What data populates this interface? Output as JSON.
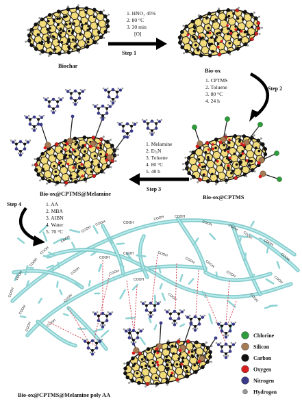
{
  "sheets": {
    "biochar": "Biochar",
    "bio_ox": "Bio-ox",
    "bio_ox_cptms": "Bio-ox@CPTMS",
    "bio_ox_cptms_melamine": "Bio-ox@CPTMS@Melamine",
    "final": "Bio-ox@CPTMS@Melamine poly AA"
  },
  "step1": {
    "label": "Step 1",
    "conditions": [
      "1. HNO₃ 45%",
      "2. 80 °C",
      "3. 30 min",
      "[O]"
    ]
  },
  "step2": {
    "label": "Step 2",
    "conditions": [
      "1. CPTMS",
      "2. Toluene",
      "3. 80 °C",
      "4. 24 h"
    ]
  },
  "step3": {
    "label": "Step 3",
    "conditions": [
      "1. Melamine",
      "2. Et₃N",
      "3. Toluene",
      "4. 80 °C",
      "5. 48 h"
    ]
  },
  "step4": {
    "label": "Step 4",
    "conditions": [
      "1. AA",
      "2. MBA",
      "3. AIBN",
      "4. Water",
      "5. 70 °C"
    ]
  },
  "polymer_group": "COOH",
  "legend": [
    {
      "name": "Chlorine",
      "color": "#2e9b3c"
    },
    {
      "name": "Silicon",
      "color": "#a57b55"
    },
    {
      "name": "Carbon",
      "color": "#111111"
    },
    {
      "name": "Oxygen",
      "color": "#d81e1e"
    },
    {
      "name": "Nitrogen",
      "color": "#3a3a8a"
    },
    {
      "name": "Hydrogen",
      "color": "#9a9a9a"
    }
  ],
  "colors": {
    "sheet_fill": "#f3dc7c",
    "polymer": "#8fd3d4",
    "hbond": "#d03a4a",
    "arrow": "#000000"
  }
}
